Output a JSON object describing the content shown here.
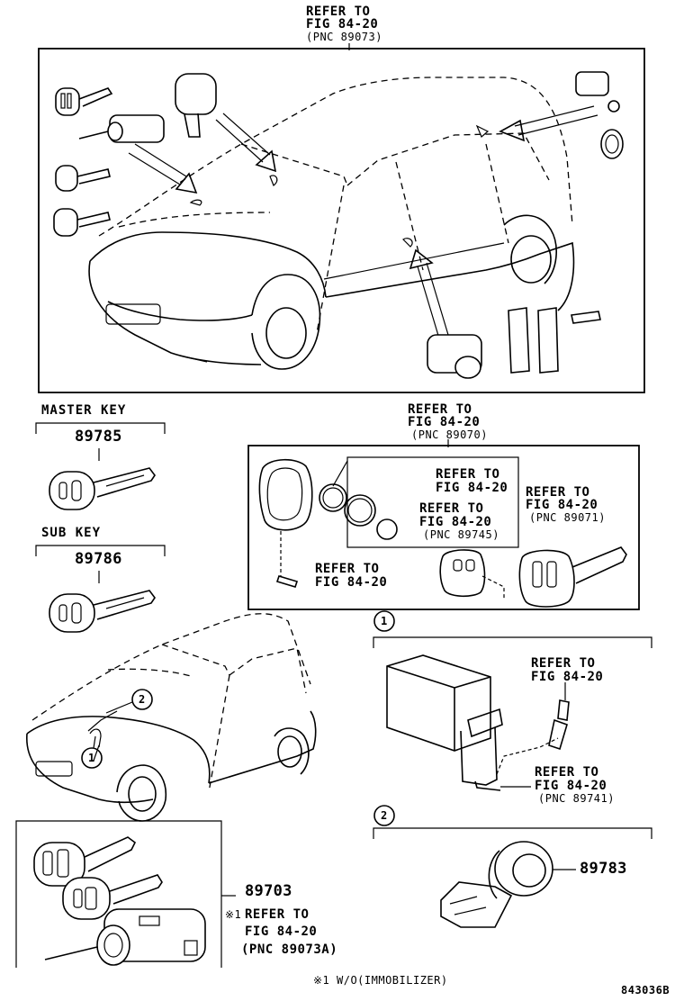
{
  "top": {
    "refer_line1": "REFER TO",
    "refer_line2": "FIG 84-20",
    "refer_line3": "(PNC 89073)"
  },
  "master_key": {
    "title": "MASTER KEY",
    "part_no": "89785"
  },
  "sub_key": {
    "title": "SUB KEY",
    "part_no": "89786"
  },
  "transmitter_box": {
    "refer_top": {
      "line1": "REFER TO",
      "line2": "FIG 84-20",
      "line3": "(PNC 89070)"
    },
    "refer_a": {
      "line1": "REFER TO",
      "line2": "FIG 84-20"
    },
    "refer_b": {
      "line1": "REFER TO",
      "line2": "FIG 84-20",
      "line3": "(PNC 89745)"
    },
    "refer_c": {
      "line1": "REFER TO",
      "line2": "FIG 84-20",
      "line3": "(PNC 89071)"
    },
    "refer_d": {
      "line1": "REFER TO",
      "line2": "FIG 84-20"
    }
  },
  "callouts": {
    "one": "1",
    "two": "2"
  },
  "section1": {
    "refer_a": {
      "line1": "REFER TO",
      "line2": "FIG 84-20"
    },
    "refer_b": {
      "line1": "REFER TO",
      "line2": "FIG 84-20",
      "line3": "(PNC 89741)"
    }
  },
  "section2": {
    "part_no": "89783"
  },
  "kit": {
    "part_no": "89703",
    "note_mark": "※1",
    "refer_line1": "REFER TO",
    "refer_line2": "FIG 84-20",
    "refer_line3": "(PNC 89073A)"
  },
  "footnote": "※1 W/O(IMMOBILIZER)",
  "figure_code": "843036B"
}
